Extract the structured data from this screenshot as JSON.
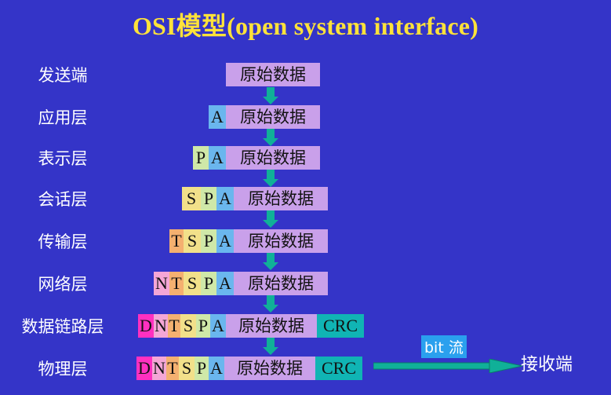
{
  "title": "OSI模型(open system interface)",
  "layers": [
    "发送端",
    "应用层",
    "表示层",
    "会话层",
    "传输层",
    "网络层",
    "数据链路层",
    "物理层"
  ],
  "raw_data": "原始数据",
  "headers": {
    "A": "A",
    "P": "P",
    "S": "S",
    "T": "T",
    "N": "N",
    "D": "D"
  },
  "trailer": "CRC",
  "bit_label": "bit 流",
  "receiver": "接收端",
  "colors": {
    "background": "#3434c8",
    "title": "#ffe23a",
    "raw": "#c9a0ea",
    "A": "#6ab6ee",
    "P": "#cfe8a8",
    "S": "#f2e08a",
    "T": "#f4b070",
    "N": "#f4a6d6",
    "D": "#ff30c0",
    "CRC": "#10b4b4",
    "arrow": "#10b098",
    "bit_label_bg": "#2aa0ee"
  }
}
